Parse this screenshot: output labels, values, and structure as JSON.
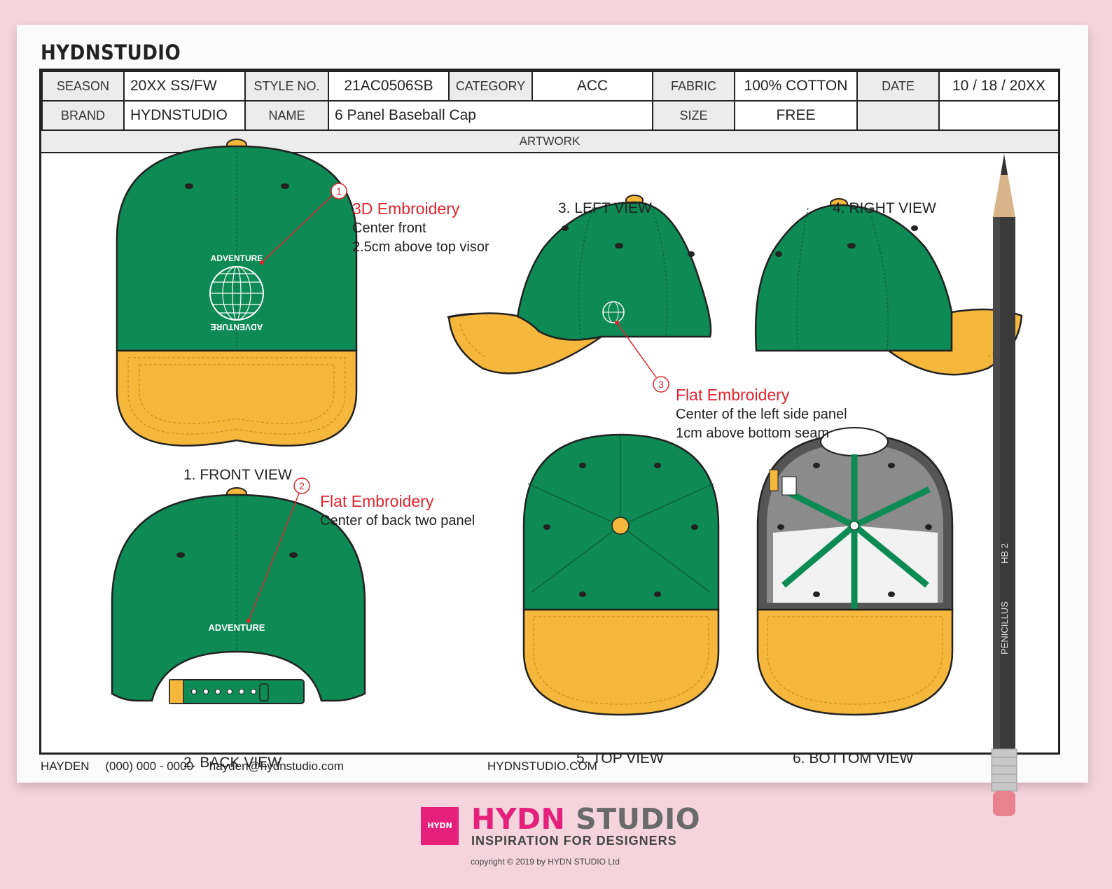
{
  "sheet": {
    "brand_header": "HYDNSTUDIO",
    "spec": {
      "season_label": "SEASON",
      "season_value": "20XX SS/FW",
      "style_label": "STYLE NO.",
      "style_value": "21AC0506SB",
      "category_label": "CATEGORY",
      "category_value": "ACC",
      "fabric_label": "FABRIC",
      "fabric_value": "100% COTTON",
      "date_label": "DATE",
      "date_value": "10 / 18 / 20XX",
      "brand_label": "BRAND",
      "brand_value": "HYDNSTUDIO",
      "name_label": "NAME",
      "name_value": "6 Panel Baseball Cap",
      "size_label": "SIZE",
      "size_value": "FREE"
    },
    "artwork_label": "ARTWORK",
    "views": {
      "front": "1. FRONT VIEW",
      "back": "2. BACK VIEW",
      "left": "3. LEFT VIEW",
      "right": "4. RIGHT VIEW",
      "top": "5. TOP VIEW",
      "bottom": "6. BOTTOM VIEW"
    },
    "callouts": [
      {
        "number": "1",
        "title": "3D Embroidery",
        "line1": "Center front",
        "line2": "2.5cm above top visor"
      },
      {
        "number": "2",
        "title": "Flat Embroidery",
        "line1": "Center of back two panel"
      },
      {
        "number": "3",
        "title": "Flat Embroidery",
        "line1": "Center of the left side panel",
        "line2": "1cm above bottom seam"
      }
    ],
    "embroidery_text": "ADVENTURE",
    "pencil_text": {
      "brand": "PENICILLUS",
      "grade": "HB 2"
    },
    "footer": {
      "name": "HAYDEN",
      "phone": "(000) 000 - 0000",
      "email": "hayden@hydnstudio.com",
      "website": "HYDNSTUDIO.COM"
    }
  },
  "logo": {
    "mark": "HYDN",
    "word1": "HYDN",
    "word2": "STUDIO",
    "tagline": "INSPIRATION FOR DESIGNERS",
    "copyright": "copyright © 2019 by HYDN STUDIO Ltd"
  },
  "colors": {
    "cap_green": "#0e8a55",
    "visor_yellow": "#f5b83c",
    "callout_red": "#e02430",
    "logo_pink": "#e4207a",
    "background_pink": "#f6d4de"
  }
}
